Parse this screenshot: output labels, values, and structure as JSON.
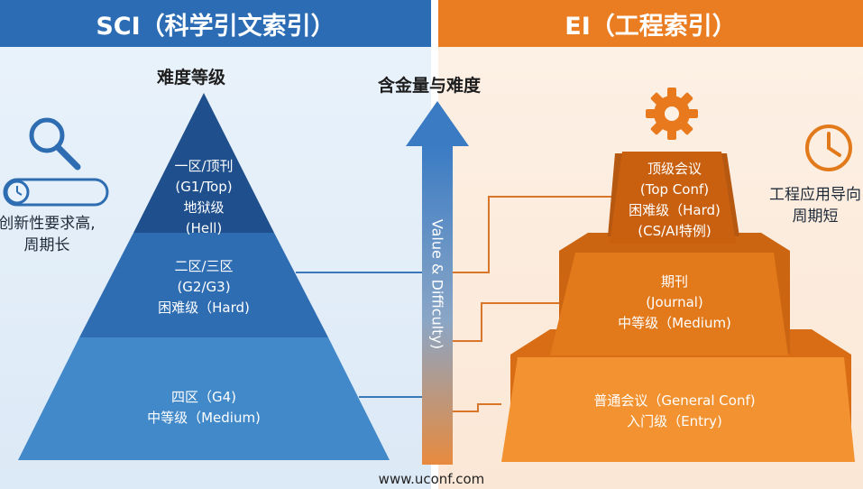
{
  "left": {
    "header": "SCI（科学引文索引）",
    "pyramid_title": "难度等级",
    "side_note": [
      "创新性要求高,",
      "周期长"
    ],
    "tiers": [
      {
        "lines": [
          "一区/顶刊",
          "(G1/Top)",
          "地狱级",
          "(Hell)"
        ],
        "color": "#1f4f8c"
      },
      {
        "lines": [
          "二区/三区",
          "(G2/G3)",
          "困难级（Hard)"
        ],
        "color": "#2f6db3"
      },
      {
        "lines": [
          "四区（G4)",
          "中等级（Medium)"
        ],
        "color": "#4189c9"
      }
    ]
  },
  "center": {
    "title": "含金量与难度",
    "axis_label": "Value & Difficulty)"
  },
  "right": {
    "header": "EI（工程索引）",
    "side_note": [
      "工程应用导向",
      "周期短"
    ],
    "tiers": [
      {
        "lines": [
          "顶级会议",
          "(Top Conf)",
          "困难级（Hard)",
          "(CS/AI特例)"
        ],
        "color": "#c9600f"
      },
      {
        "lines": [
          "期刊",
          "(Journal)",
          "中等级（Medium)"
        ],
        "color": "#e27a1c"
      },
      {
        "lines": [
          "普通会议（General Conf)",
          "入门级（Entry)"
        ],
        "color": "#f28f2e"
      }
    ]
  },
  "footer": "www.uconf.com",
  "icons": {
    "left_1": "magnifier-icon",
    "left_2": "clock-slider-icon",
    "right_1": "gear-icon",
    "right_2": "clock-icon"
  }
}
